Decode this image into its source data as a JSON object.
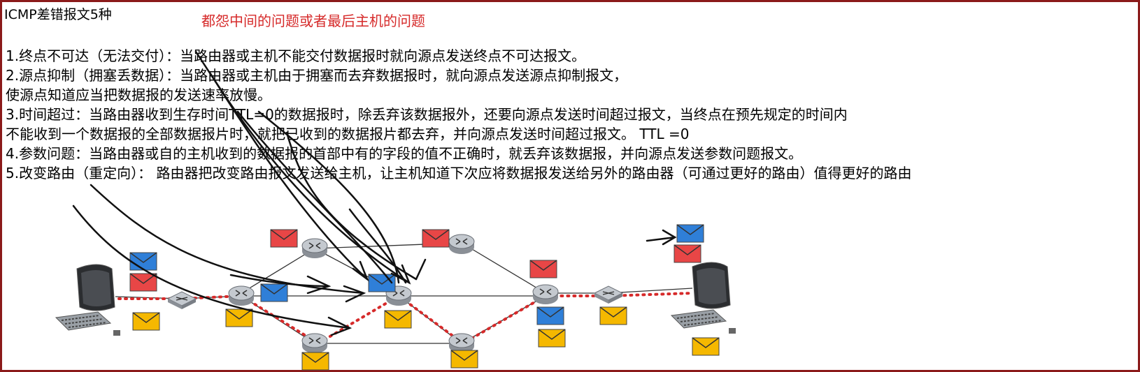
{
  "title": "ICMP差错报文5种",
  "annotation": "都怨中间的问题或者最后主机的问题",
  "lines": [
    "1.终点不可达（无法交付）：当路由器或主机不能交付数据报时就向源点发送终点不可达报文。",
    "2.源点抑制（拥塞丢数据）：当路由器或主机由于拥塞而去弃数据报时，就向源点发送源点抑制报文，",
    "使源点知道应当把数据报的发送速率放慢。",
    "3.时间超过：当路由器收到生存时间TTL=0的数据报时，除丢弃该数据报外，还要向源点发送时间超过报文，当终点在预先规定的时间内",
    "不能收到一个数据报的全部数据报片时，就把已收到的数据报片都去弃，并向源点发送时间超过报文。 TTL =0",
    "4.参数问题：当路由器或自的主机收到的数据报的首部中有的字段的值不正确时，就丢弃该数据报，并向源点发送参数问题报文。",
    "5.改变路由（重定向）：  路由器把改变路由报文发送给主机，让主机知道下次应将数据报发送给另外的路由器（可通过更好的路由）值得更好的路由"
  ],
  "colors": {
    "frame": "#8b1a1a",
    "annotation": "#d62a2a",
    "envelope_red": "#e84646",
    "envelope_blue": "#2f7fd8",
    "envelope_yellow": "#f5b800",
    "path_dots": "#d62a2a"
  },
  "icons": [
    "computer-icon",
    "router-icon",
    "switch-icon",
    "envelope-icon",
    "arrow-annotation"
  ]
}
